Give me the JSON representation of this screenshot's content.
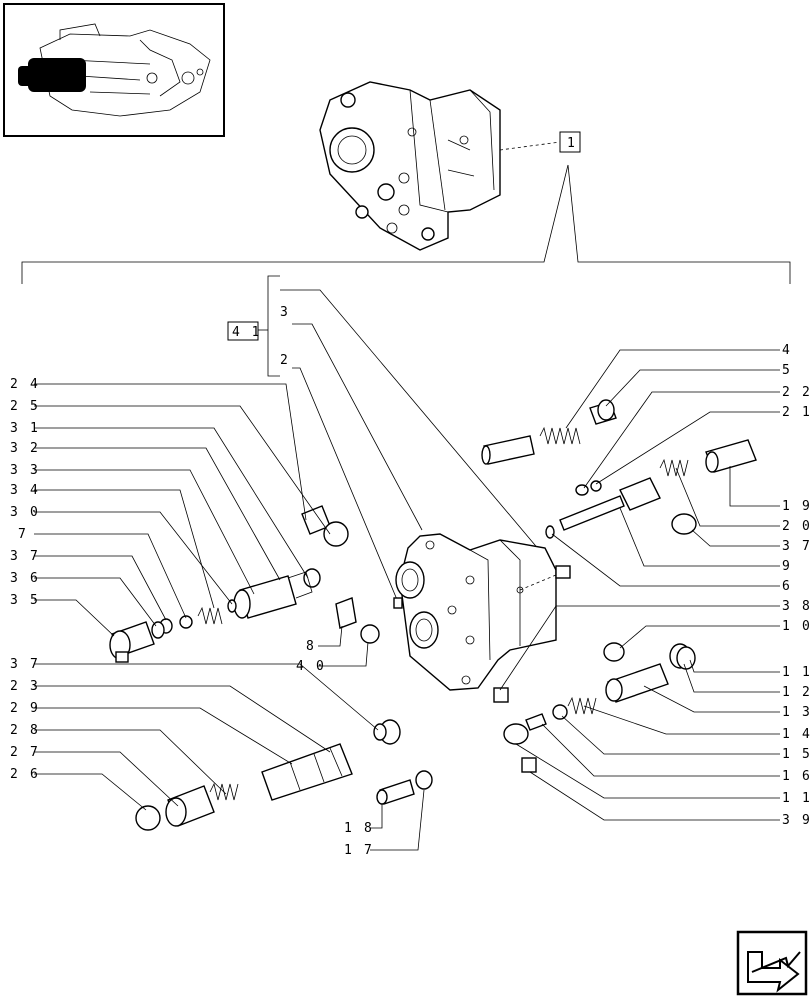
{
  "callouts": {
    "c1": "1",
    "c41": "4 1",
    "c2": "2",
    "c3": "3",
    "right": [
      "4",
      "5",
      "2 2",
      "2 1",
      "1 9",
      "2 0",
      "3 7",
      "9",
      "6",
      "3 8",
      "1 0",
      "1 1",
      "1 2",
      "1 3",
      "1 4",
      "1 5",
      "1 6",
      "1 1",
      "3 9"
    ],
    "left": [
      "2 4",
      "2 5",
      "3 1",
      "3 2",
      "3 3",
      "3 4",
      "3 0",
      "7",
      "3 7",
      "3 6",
      "3 5"
    ],
    "left_lower": [
      "3 7",
      "2 3",
      "2 9",
      "2 8",
      "2 7",
      "2 6"
    ],
    "center": [
      "8",
      "4 0"
    ],
    "bottom": [
      "1 8",
      "1 7"
    ]
  },
  "icons": {
    "thumbnail": "assembly-thumbnail",
    "next": "next-page-arrow-icon"
  }
}
